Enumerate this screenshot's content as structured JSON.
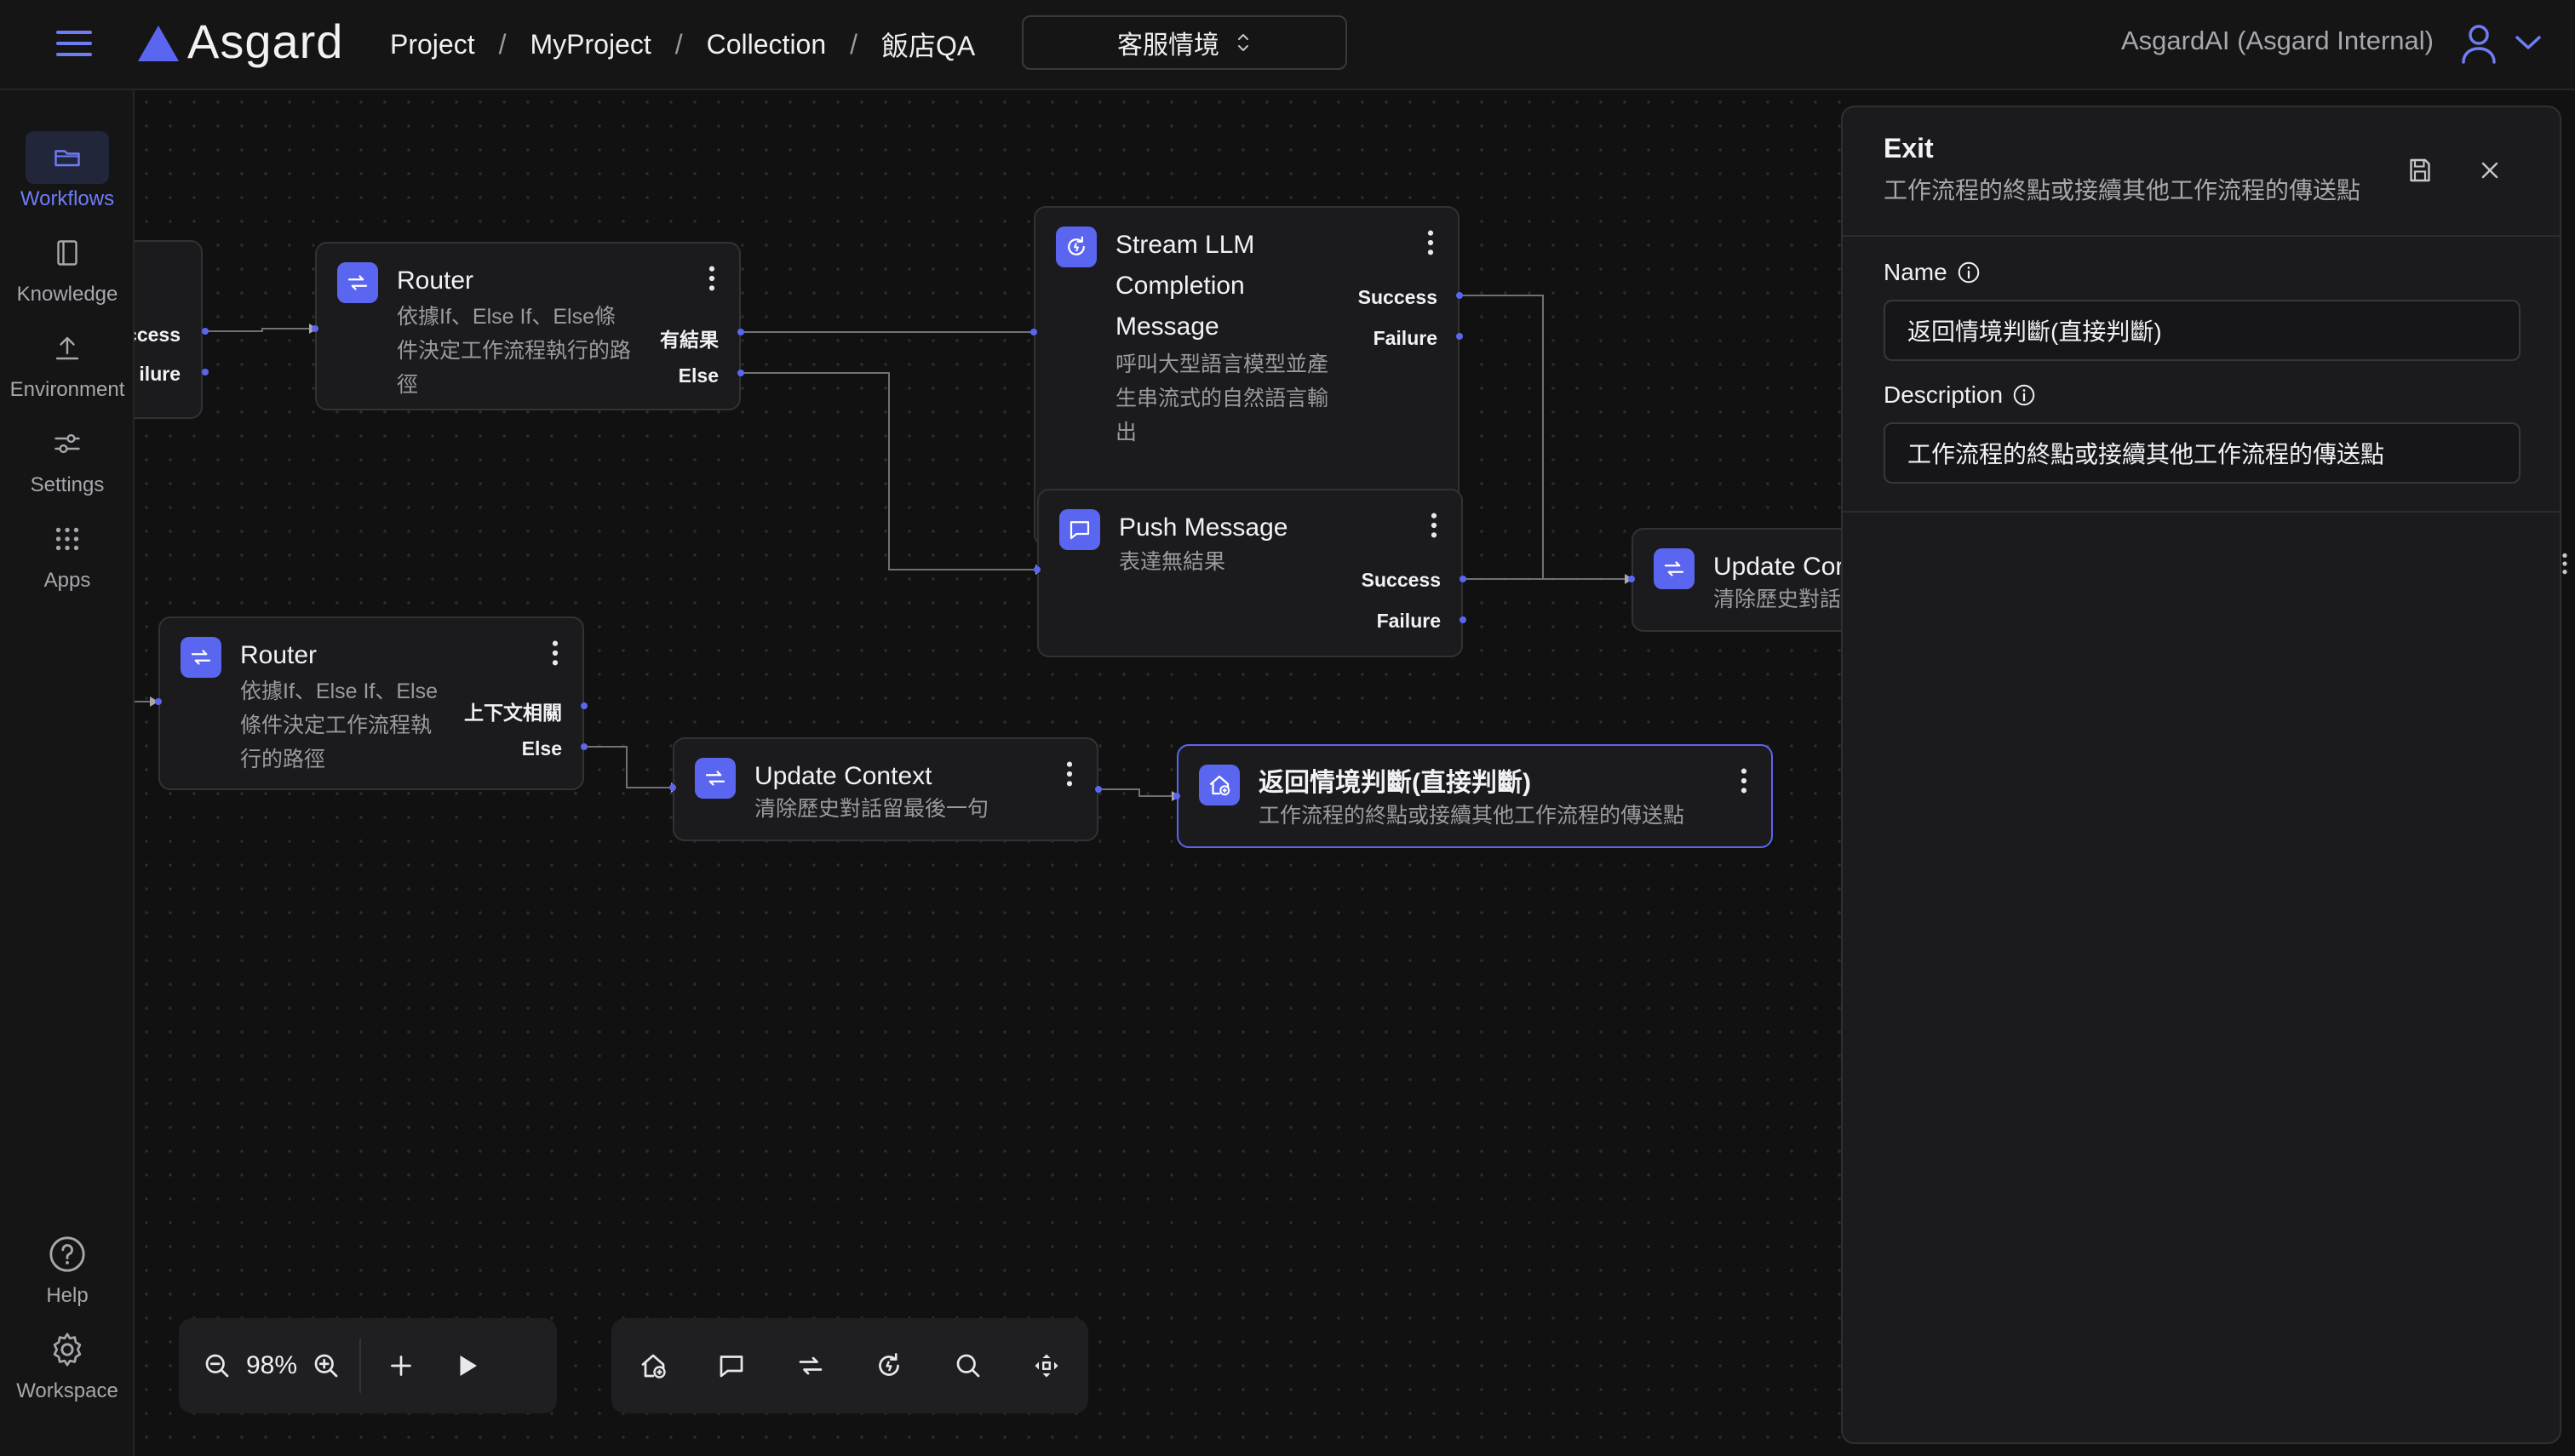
{
  "app": {
    "brand": "Asgard"
  },
  "breadcrumb": [
    "Project",
    "MyProject",
    "Collection",
    "飯店QA"
  ],
  "environment": {
    "selected": "客服情境"
  },
  "account": {
    "org": "AsgardAI (Asgard Internal)"
  },
  "sidebar": {
    "items": [
      {
        "label": "Workflows",
        "icon": "folder-icon",
        "active": true
      },
      {
        "label": "Knowledge",
        "icon": "book-icon"
      },
      {
        "label": "Environment",
        "icon": "upload-icon"
      },
      {
        "label": "Settings",
        "icon": "sliders-icon"
      },
      {
        "label": "Apps",
        "icon": "grid-icon"
      }
    ],
    "bottom": [
      {
        "label": "Help",
        "icon": "help-icon"
      },
      {
        "label": "Workspace",
        "icon": "gear-icon"
      }
    ]
  },
  "canvas": {
    "nodes": {
      "partial_left": {
        "ports": [
          "ccess",
          "ilure"
        ]
      },
      "router1": {
        "title": "Router",
        "desc": [
          "依據If、Else If、Else條",
          "件決定工作流程執行的路",
          "徑"
        ],
        "ports": [
          "有結果",
          "Else"
        ]
      },
      "stream": {
        "title": [
          "Stream LLM",
          "Completion",
          "Message"
        ],
        "desc": [
          "呼叫大型語言模型並產",
          "生串流式的自然語言輸",
          "出"
        ],
        "ports": [
          "Success",
          "Failure"
        ]
      },
      "push": {
        "title": "Push Message",
        "desc": [
          "表達無結果"
        ],
        "ports": [
          "Success",
          "Failure"
        ]
      },
      "update_right": {
        "title": "Update Cor",
        "desc": [
          "清除歷史對話"
        ]
      },
      "router2": {
        "title": "Router",
        "desc": [
          "依據If、Else If、Else",
          "條件決定工作流程執",
          "行的路徑"
        ],
        "ports": [
          "上下文相關",
          "Else"
        ]
      },
      "update_ctx": {
        "title": "Update Context",
        "desc": [
          "清除歷史對話留最後一句"
        ]
      },
      "exit_node": {
        "title": "返回情境判斷(直接判斷)",
        "desc": [
          "工作流程的終點或接續其他工作流程的傳送點"
        ]
      }
    }
  },
  "toolbar": {
    "zoom": "98%"
  },
  "panel": {
    "title": "Exit",
    "subtitle": "工作流程的終點或接續其他工作流程的傳送點",
    "name_label": "Name",
    "name_value": "返回情境判斷(直接判斷)",
    "description_label": "Description",
    "description_value": "工作流程的終點或接續其他工作流程的傳送點"
  },
  "colors": {
    "accent": "#5b66f0",
    "active_text": "#6f7df5",
    "background": "#111111",
    "node_bg": "#1b1b1d"
  }
}
